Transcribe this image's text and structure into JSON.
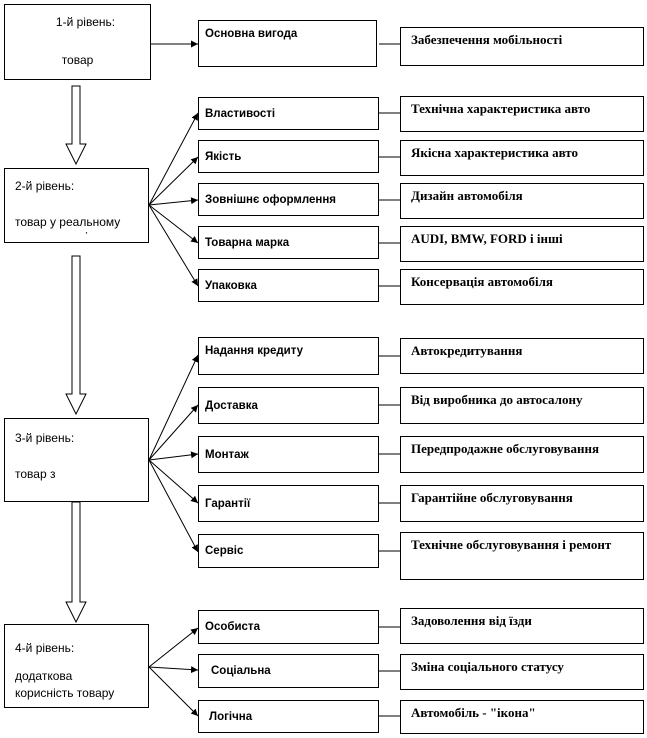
{
  "levels": [
    {
      "title": "1-й рівень:",
      "desc": "товар"
    },
    {
      "title": "2-й рівень:",
      "desc": "товар у реальному",
      "extra": "·"
    },
    {
      "title": "3-й рівень:",
      "desc": "товар з"
    },
    {
      "title": "4-й рівень:",
      "desc": "додаткова",
      "desc2": "корисність товару"
    }
  ],
  "groups": [
    [
      {
        "label": "Основна вигода",
        "value": "Забезпечення мобільності"
      }
    ],
    [
      {
        "label": "Властивості",
        "value": "Технічна характеристика авто"
      },
      {
        "label": "Якість",
        "value": "Якісна характеристика авто"
      },
      {
        "label": "Зовнішнє оформлення",
        "value": "Дизайн автомобіля"
      },
      {
        "label": "Товарна марка",
        "value": "AUDI, BMW, FORD і інші"
      },
      {
        "label": "Упаковка",
        "value": "Консервація автомобіля"
      }
    ],
    [
      {
        "label": "Надання кредиту",
        "value": "Автокредитування"
      },
      {
        "label": "Доставка",
        "value": "Від виробника до автосалону"
      },
      {
        "label": "Монтаж",
        "value": "Передпродажне обслуговування"
      },
      {
        "label": "Гарантії",
        "value": "Гарантійне обслуговування"
      },
      {
        "label": "Сервіс",
        "value": "Технічне обслуговування і ремонт"
      }
    ],
    [
      {
        "label": "Особиста",
        "value": "Задоволення від їзди"
      },
      {
        "label": "Соціальна",
        "value": "Зміна соціального статусу"
      },
      {
        "label": "Логічна",
        "value": "Автомобіль - \"ікона\""
      }
    ]
  ]
}
